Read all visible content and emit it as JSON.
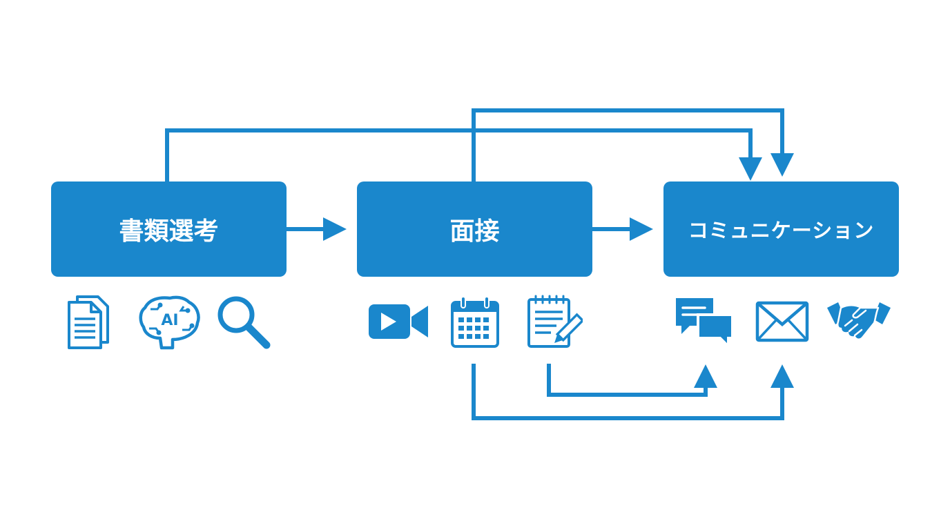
{
  "colors": {
    "accent": "#1a87cc",
    "background": "#ffffff"
  },
  "steps": [
    {
      "label": "書類選考",
      "icons": [
        "document-stack-icon",
        "ai-brain-icon",
        "magnifier-icon"
      ]
    },
    {
      "label": "面接",
      "icons": [
        "video-camera-icon",
        "calendar-icon",
        "notepad-pencil-icon"
      ]
    },
    {
      "label": "コミュニケーション",
      "icons": [
        "chat-bubbles-icon",
        "envelope-icon",
        "handshake-icon"
      ]
    }
  ],
  "icon_text": {
    "ai": "AI"
  }
}
